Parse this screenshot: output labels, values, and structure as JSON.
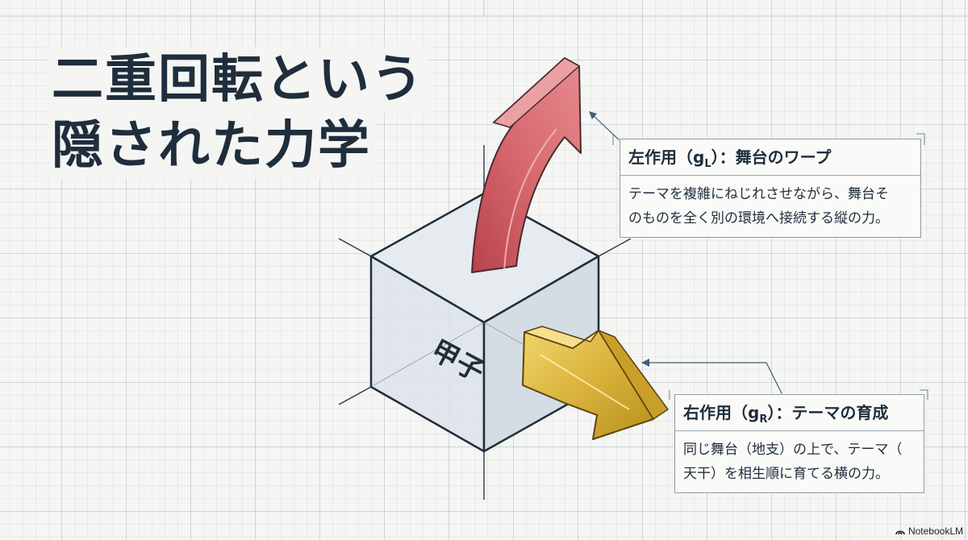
{
  "title": {
    "line1": "二重回転という",
    "line2": "隠された力学"
  },
  "cube": {
    "label": "甲子",
    "face_color": "#e3e8ee",
    "edge_color": "#1f2e3c"
  },
  "left_action": {
    "heading_main": "左作用（g",
    "heading_sub": "L",
    "heading_rest": "）：舞台のワープ",
    "body_line1": "テーマを複雑にねじれさせながら、舞台そ",
    "body_line2": "のものを全く別の環境へ接続する縦の力。",
    "arrow_color": "#c9545c"
  },
  "right_action": {
    "heading_main": "右作用（g",
    "heading_sub": "R",
    "heading_rest": "）：テーマの育成",
    "body_line1": "同じ舞台（地支）の上で、テーマ（",
    "body_line2": "天干）を相生順に育てる横の力。",
    "arrow_color": "#d9b23a"
  },
  "branding": {
    "label": "NotebookLM"
  }
}
